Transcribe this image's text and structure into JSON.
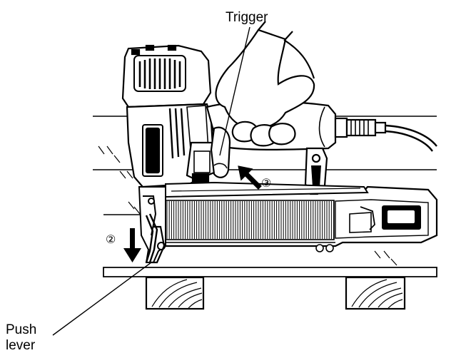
{
  "labels": {
    "trigger": "Trigger",
    "push_lever_line1": "Push",
    "push_lever_line2": "lever"
  },
  "steps": {
    "step2": "②",
    "step3": "③"
  },
  "colors": {
    "ink": "#000000",
    "background": "#ffffff"
  },
  "icons": {
    "arrow_down": "arrow-down-icon",
    "arrow_diagonal": "arrow-up-left-icon"
  }
}
